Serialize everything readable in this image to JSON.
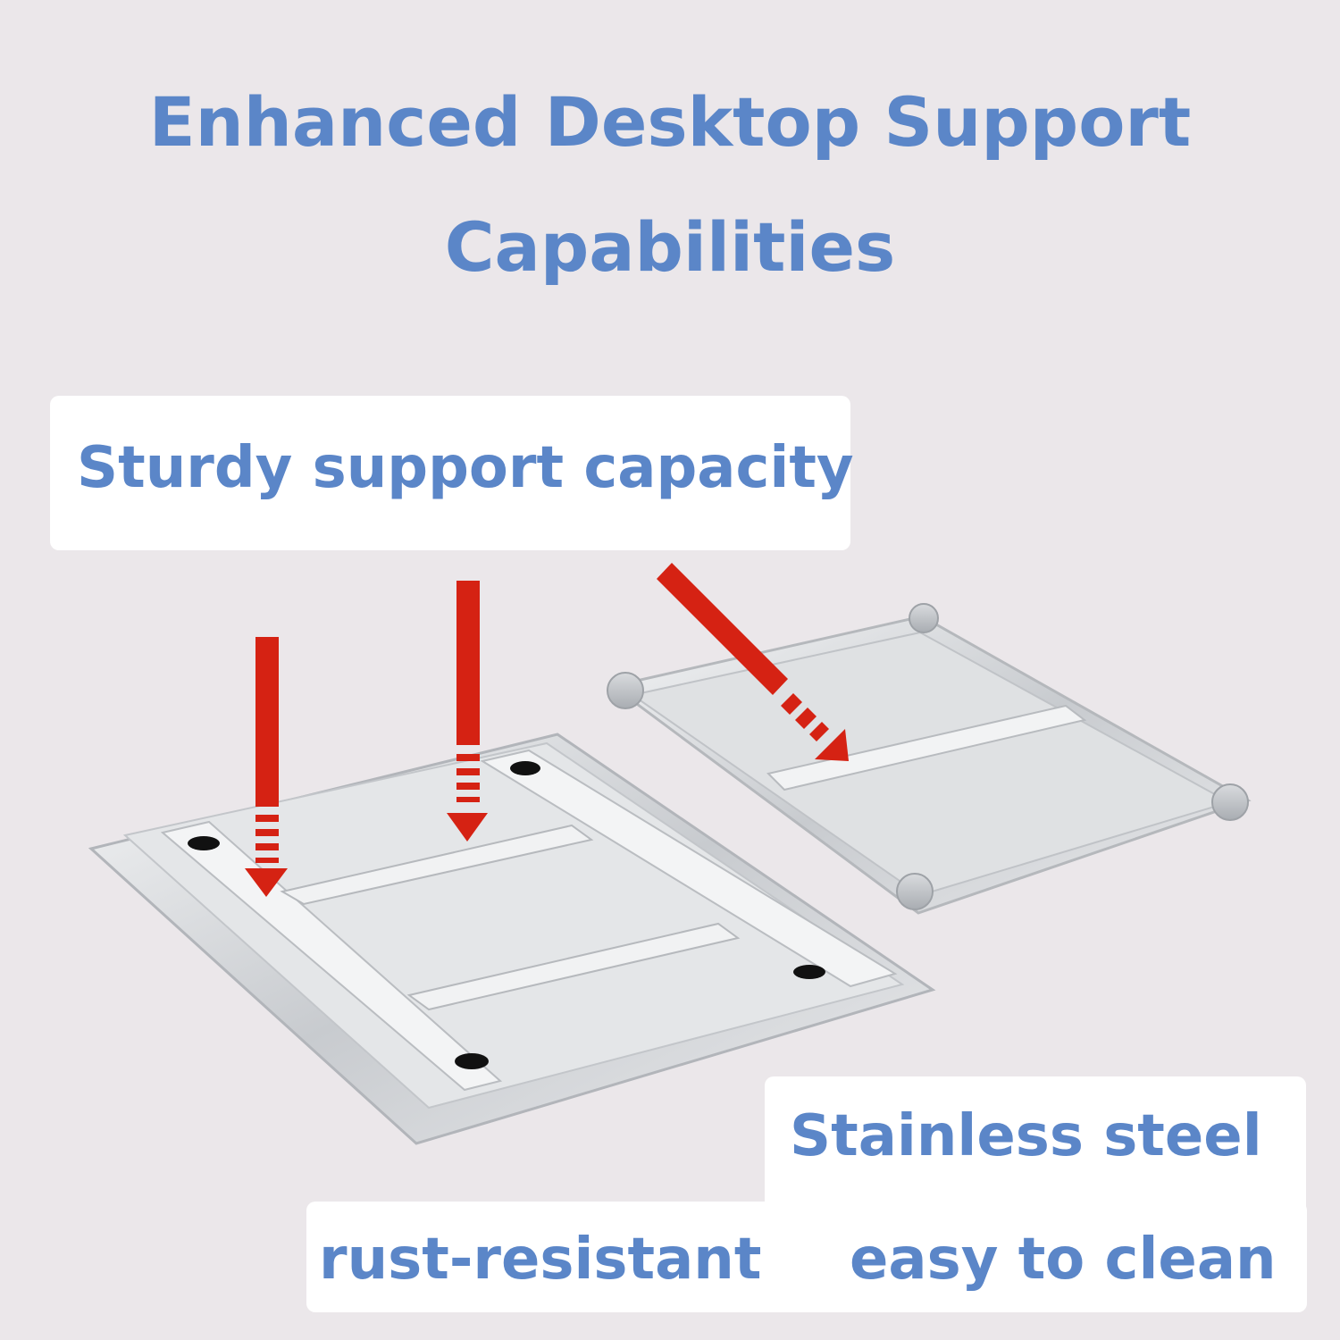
{
  "headline": {
    "line1": "Enhanced Desktop Support",
    "line2": "Capabilities"
  },
  "callouts": {
    "support": "Sturdy support capacity",
    "material": "Stainless steel",
    "feature_1": "rust-resistant",
    "feature_2": "easy to clean"
  },
  "colors": {
    "background": "#ebe7ea",
    "text_blue": "#5b86c8",
    "arrow_red": "#d52213",
    "steel": "#c9ccd0"
  }
}
